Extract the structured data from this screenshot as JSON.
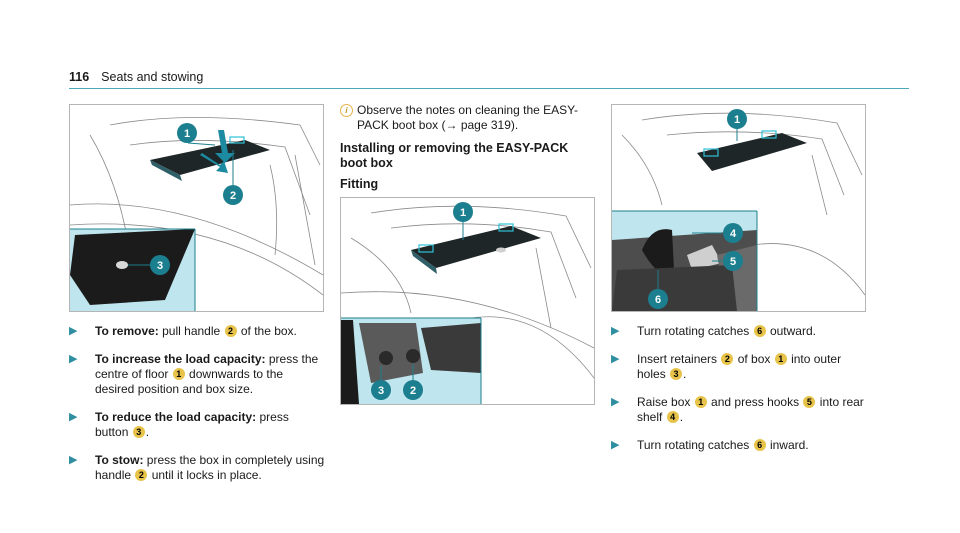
{
  "header": {
    "page_number": "116",
    "section_title": "Seats and stowing"
  },
  "col1": {
    "callouts": [
      "1",
      "2",
      "3"
    ],
    "steps": [
      {
        "bold": "To remove:",
        "parts": [
          " pull handle ",
          "2",
          " of the box."
        ]
      },
      {
        "bold": "To increase the load capacity:",
        "parts": [
          " press the centre of floor ",
          "1",
          " downwards to the desired position and box size."
        ]
      },
      {
        "bold": "To reduce the load capacity:",
        "parts": [
          " press button ",
          "3",
          "."
        ]
      },
      {
        "bold": "To stow:",
        "parts": [
          " press the box in completely using handle ",
          "2",
          " until it locks in place."
        ]
      }
    ]
  },
  "col2": {
    "note": "Observe the notes on cleaning the EASY-PACK boot box (→ page 319).",
    "section_title": "Installing or removing the EASY-PACK boot box",
    "subtitle": "Fitting",
    "callouts": [
      "1",
      "3",
      "2"
    ]
  },
  "col3": {
    "callouts": [
      "1",
      "4",
      "5",
      "6"
    ],
    "steps": [
      {
        "bold": "",
        "parts": [
          "Turn rotating catches ",
          "6",
          " outward."
        ]
      },
      {
        "bold": "",
        "parts": [
          "Insert retainers ",
          "2",
          " of box ",
          "1",
          " into outer holes ",
          "3",
          "."
        ]
      },
      {
        "bold": "",
        "parts": [
          "Raise box ",
          "1",
          " and press hooks ",
          "5",
          " into rear shelf ",
          "4",
          "."
        ]
      },
      {
        "bold": "",
        "parts": [
          "Turn rotating catches ",
          "6",
          " inward."
        ]
      }
    ]
  },
  "icons": {
    "step": "triangle-arrow-icon",
    "note": "info-icon"
  },
  "colors": {
    "accent": "#1c7f8f",
    "number_badge": "#e8c34a",
    "inset_bg": "#bfe6ee"
  }
}
